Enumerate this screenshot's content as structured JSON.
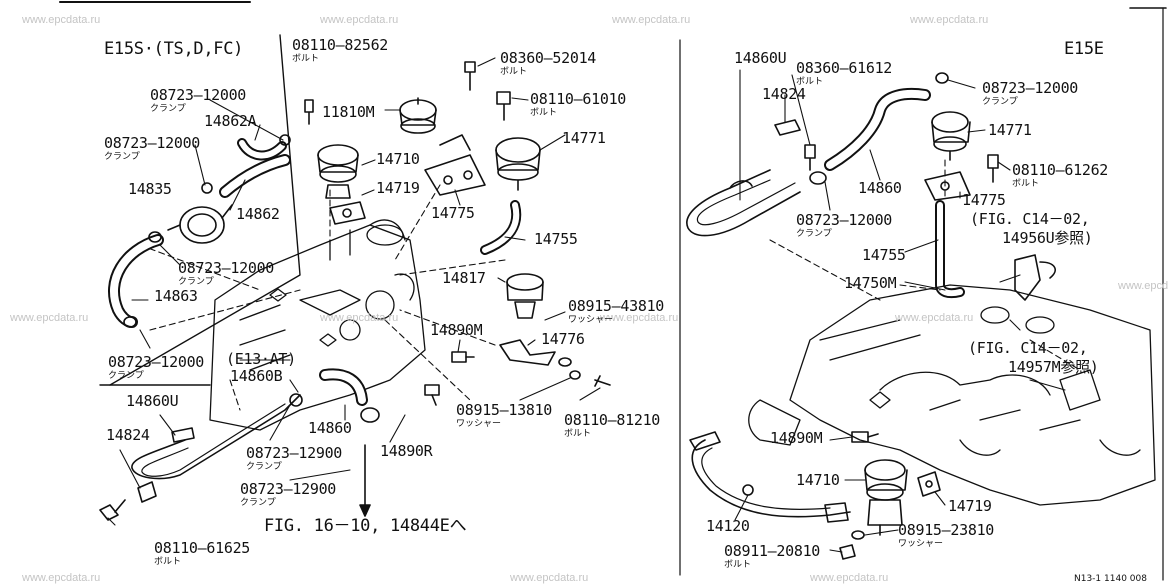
{
  "watermark": "www.epcdata.ru",
  "left_panel": {
    "title": "E15S·(TS,D,FC)",
    "labels": {
      "bolt_08110_82562": "08110–82562",
      "bolt_sub": "ボルト",
      "bolt_08360_52014": "08360–52014",
      "bolt_08110_61010": "08110–61010",
      "part_11810M": "11810M",
      "clamp_08723_12000_a": "08723–12000",
      "clamp_sub": "クランプ",
      "part_14862A": "14862A",
      "clamp_08723_12000_b": "08723–12000",
      "part_14710": "14710",
      "part_14771": "14771",
      "part_14719": "14719",
      "part_14835": "14835",
      "part_14862": "14862",
      "part_14775": "14775",
      "part_14755": "14755",
      "clamp_08723_12000_c": "08723–12000",
      "part_14863": "14863",
      "part_14817": "14817",
      "washer_08915_43810": "08915–43810",
      "washer_sub": "ワッシャー",
      "part_14890M": "14890M",
      "part_14776": "14776",
      "clamp_08723_12000_d": "08723–12000",
      "e13_at": "(E13·AT)",
      "part_14860B": "14860B",
      "part_14860U": "14860U",
      "part_14824": "14824",
      "part_14860": "14860",
      "washer_08915_13810": "08915–13810",
      "bolt_08110_81210": "08110–81210",
      "clamp_08723_12900_a": "08723–12900",
      "part_14890R": "14890R",
      "clamp_08723_12900_b": "08723–12900",
      "fig_ref": "FIG. 16－10, 14844Eへ",
      "bolt_08110_61625": "08110–61625"
    }
  },
  "right_panel": {
    "title": "E15E",
    "labels": {
      "part_14860U": "14860U",
      "bolt_08360_61612": "08360–61612",
      "bolt_sub": "ボルト",
      "clamp_08723_12000_a": "08723–12000",
      "clamp_sub": "クランプ",
      "part_14824": "14824",
      "part_14771": "14771",
      "bolt_08110_61262": "08110–61262",
      "part_14860": "14860",
      "part_14775": "14775",
      "clamp_08723_12000_b": "08723–12000",
      "ref_c14_02_a": "(FIG. C14－02,",
      "ref_14956u": "14956U参照)",
      "part_14755": "14755",
      "part_14750M": "14750M",
      "ref_c14_02_b": "(FIG. C14－02,",
      "ref_14957m": "14957M参照)",
      "part_14890M": "14890M",
      "part_14710": "14710",
      "part_14719": "14719",
      "part_14120": "14120",
      "washer_08915_23810": "08915–23810",
      "washer_sub": "ワッシャー",
      "bolt_08911_20810": "08911–20810",
      "footer_code": "N13-1 1140 008"
    }
  }
}
